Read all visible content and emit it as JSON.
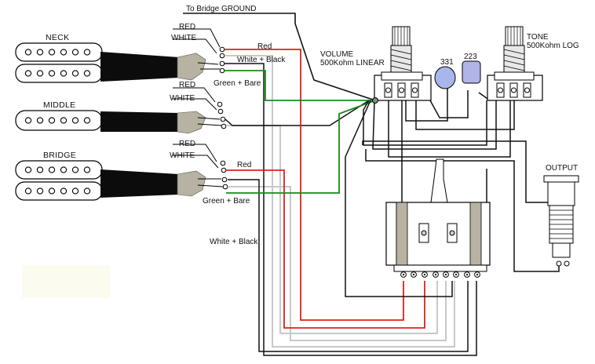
{
  "labels": {
    "bridge_ground": "To Bridge GROUND",
    "neck": "NECK",
    "middle": "MIDDLE",
    "bridge": "BRIDGE",
    "volume_title": "VOLUME",
    "volume_value": "500Kohm LINEAR",
    "tone_title": "TONE",
    "tone_value": "500Kohm LOG",
    "cap_331": "331",
    "cap_223": "223",
    "output": "OUTPUT",
    "red": "Red",
    "white": "WHITE",
    "red_upper": "RED",
    "white_black": "White + Black",
    "green_bare": "Green + Bare"
  },
  "colors": {
    "wire_black": "#111111",
    "wire_red": "#e0201a",
    "wire_green": "#1a8a1a",
    "wire_white": "#c8c8c8",
    "cap_ceramic": "#a9b6ec",
    "cap_film": "#b0b4e6",
    "cable_sheath": "#0c0c0c",
    "cable_tail": "#b7b2a2"
  }
}
